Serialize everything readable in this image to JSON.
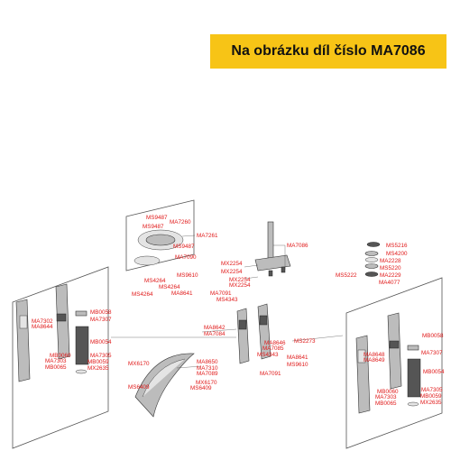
{
  "banner": {
    "title": "Na obrázku díl číslo MA7086"
  },
  "colors": {
    "banner_bg": "#f7c416",
    "label": "#e01818",
    "outline": "#555555"
  },
  "part_labels": [
    "MS9487",
    "MA7260",
    "MS9487",
    "MA7261",
    "MS9487",
    "MA7090",
    "MA7086",
    "MX2254",
    "MX2254",
    "MX2254",
    "MX2254",
    "MS5216",
    "MS4200",
    "MA2228",
    "MS5220",
    "MA2229",
    "MS5222",
    "MA4077",
    "MS9610",
    "MS4264",
    "MS4264",
    "MS4264",
    "MA8641",
    "MA7091",
    "MS4343",
    "MA7302",
    "MA8644",
    "MB0058",
    "MA7307",
    "MB0054",
    "MB0060",
    "MA7305",
    "MA7303",
    "MB0059",
    "MB0065",
    "MX2635",
    "MA8642",
    "MA7084",
    "MA8646",
    "MA7085",
    "MS2273",
    "MA8641",
    "MS9610",
    "MS4343",
    "MA7091",
    "MX6170",
    "MA8650",
    "MA7310",
    "MA7089",
    "MX6170",
    "MS6409",
    "MS6409",
    "MA8648",
    "MA8649",
    "MB0058",
    "MA7307",
    "MB0054",
    "MB0060",
    "MA7305",
    "MA7303",
    "MB0059",
    "MB0065",
    "MX2635"
  ]
}
